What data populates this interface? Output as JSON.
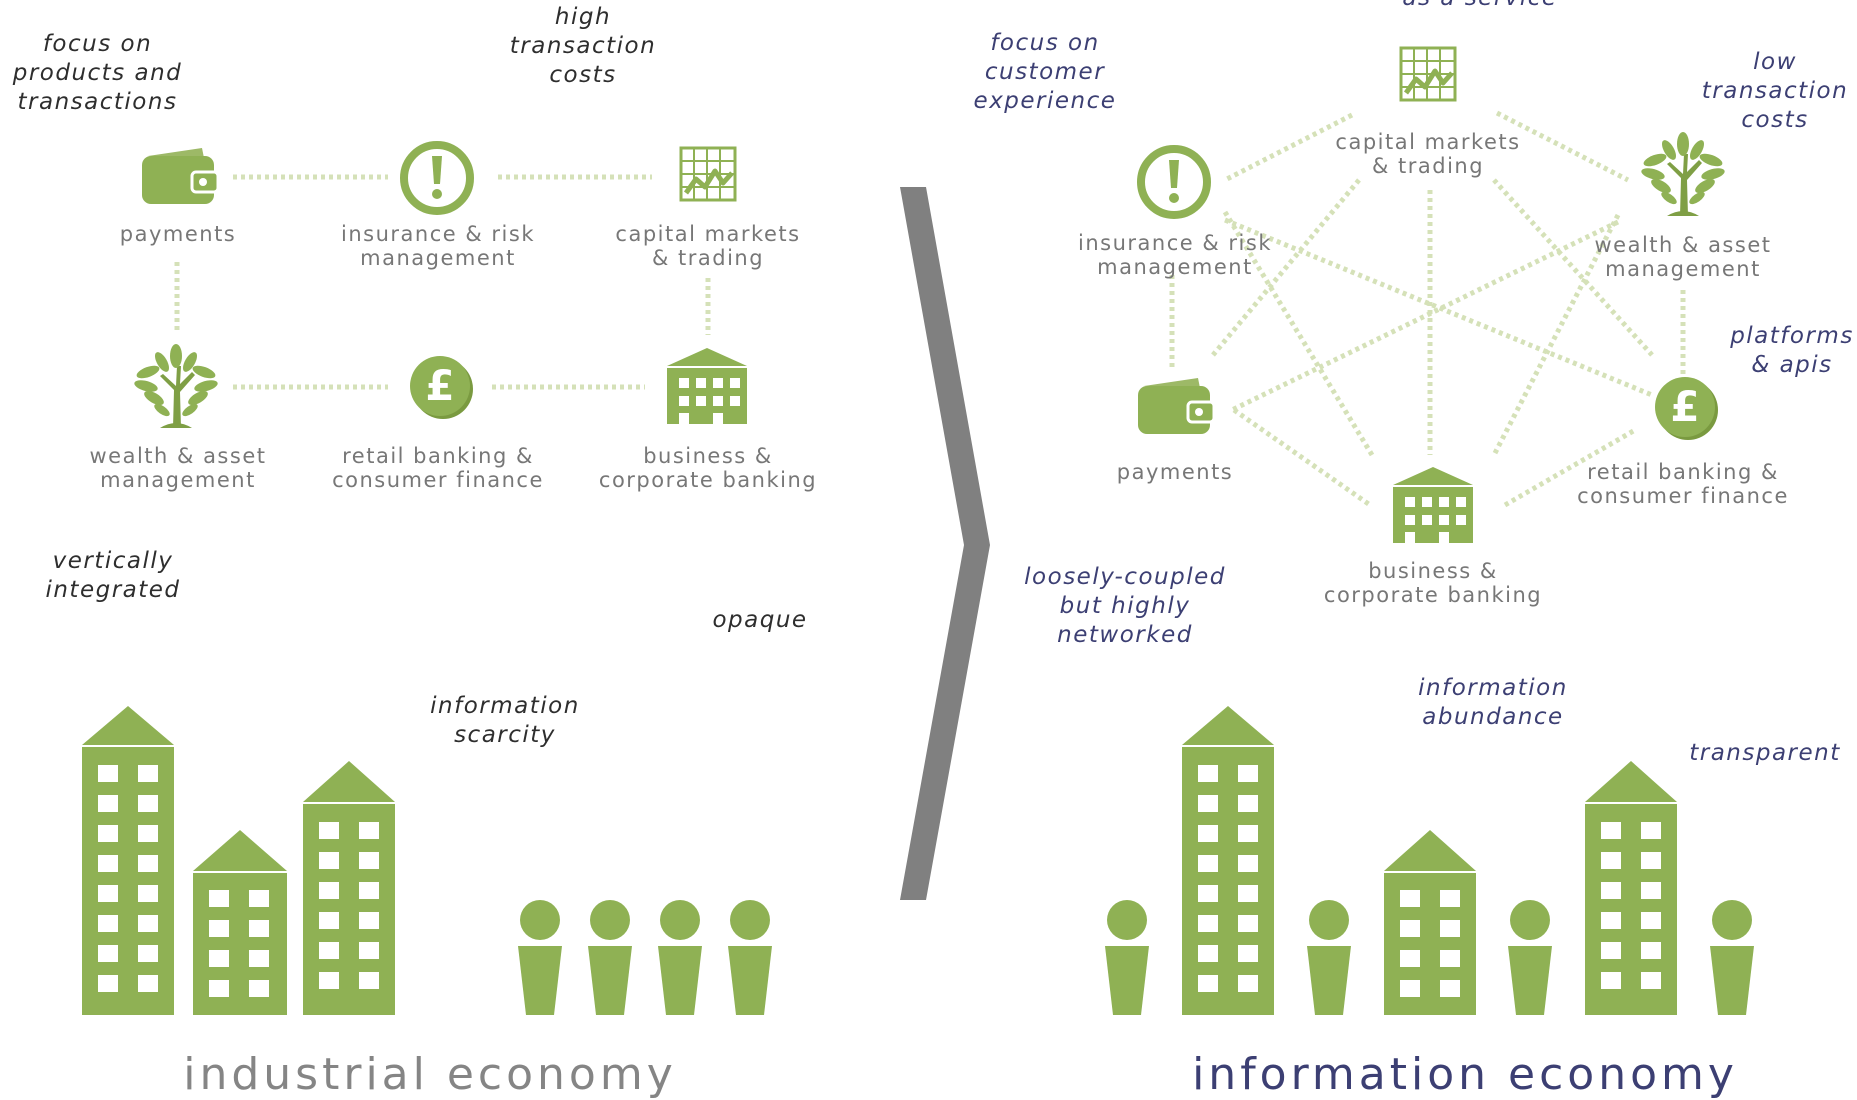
{
  "colors": {
    "green": "#8fb154",
    "dotted_line": "#d5e1b8",
    "chevron": "#808080",
    "label_gray": "#777777",
    "industrial_title": "#858585",
    "information_title": "#3c3f73",
    "note_dark": "#2e2e2e",
    "note_blue": "#3c3f73"
  },
  "industrial": {
    "title": "industrial economy",
    "nodes": {
      "payments": "payments",
      "insurance": "insurance & risk\nmanagement",
      "capital": "capital markets\n& trading",
      "wealth": "wealth & asset\nmanagement",
      "retail": "retail banking &\nconsumer finance",
      "business": "business &\ncorporate banking"
    },
    "notes": {
      "focus": "focus on\nproducts and\ntransactions",
      "costs": "high\ntransaction\ncosts",
      "vertical": "vertically\nintegrated",
      "opaque": "opaque",
      "scarcity": "information\nscarcity"
    }
  },
  "information": {
    "title": "information economy",
    "nodes": {
      "capital": "capital markets\n& trading",
      "insurance": "insurance & risk\nmanagement",
      "wealth": "wealth & asset\nmanagement",
      "payments": "payments",
      "retail": "retail banking &\nconsumer finance",
      "business": "business &\ncorporate banking"
    },
    "notes": {
      "service": "as a service",
      "focus": "focus on\ncustomer\nexperience",
      "costs": "low\ntransaction\ncosts",
      "platforms": "platforms\n& apis",
      "loosely": "loosely-coupled\nbut highly\nnetworked",
      "abundance": "information\nabundance",
      "transparent": "transparent"
    }
  },
  "icons": {
    "wallet": "wallet-icon",
    "warning": "exclamation-icon",
    "chart": "stock-chart-icon",
    "tree": "tree-icon",
    "pound": "pound-coin-icon",
    "bank": "bank-building-icon",
    "tower": "building-icon",
    "person": "person-icon"
  }
}
